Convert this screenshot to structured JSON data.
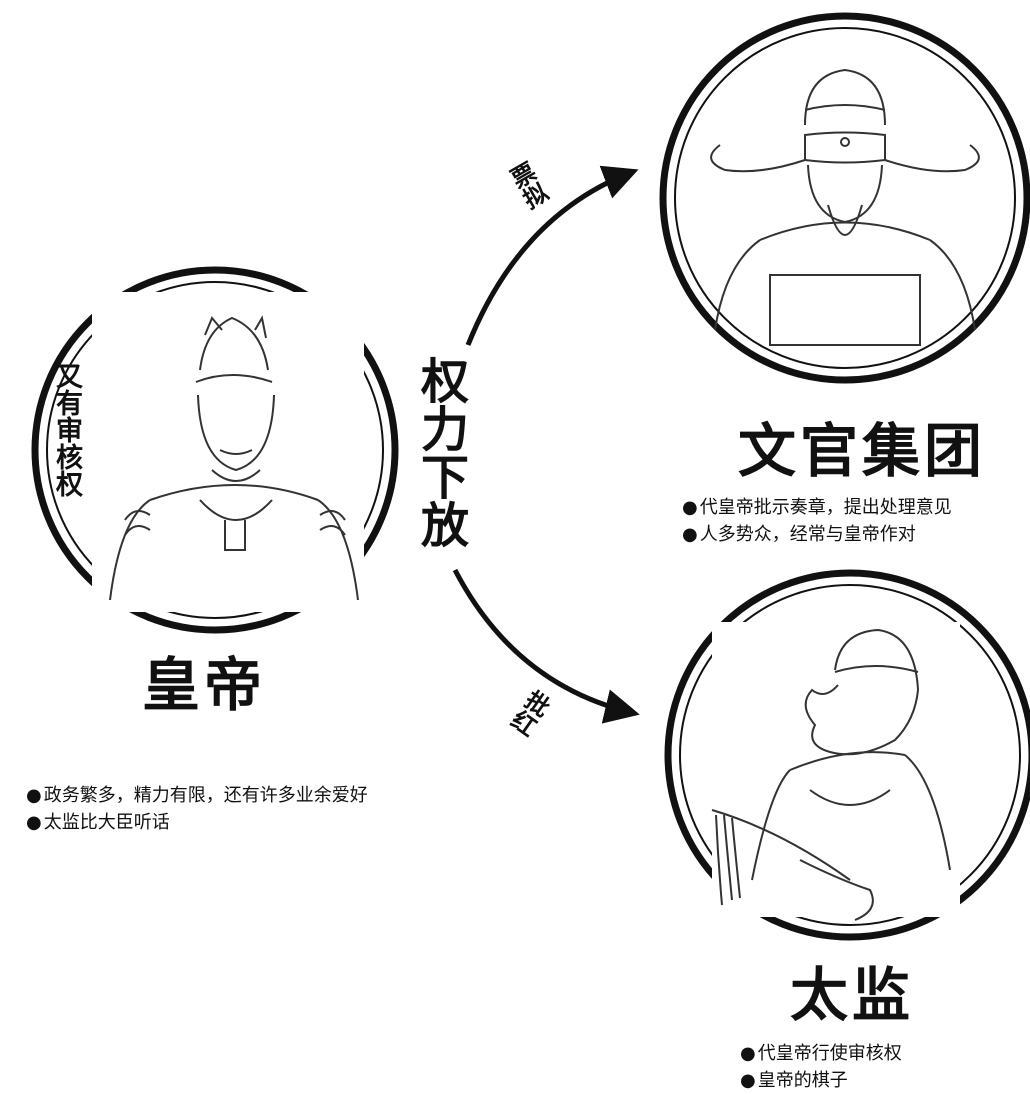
{
  "emperor": {
    "title": "皇帝",
    "side_note": "又有审核权",
    "bullets": [
      "政务繁多，精力有限，还有许多业余爱好",
      "太监比大臣听话"
    ]
  },
  "center_label": "权力下放",
  "officials": {
    "title": "文官集团",
    "bullets": [
      "代皇帝批示奏章，提出处理意见",
      "人多势众，经常与皇帝作对"
    ]
  },
  "eunuch": {
    "title": "太监",
    "bullets": [
      "代皇帝行使审核权",
      "皇帝的棋子"
    ]
  },
  "arrows": {
    "upper_label": "票拟",
    "lower_label": "批红"
  }
}
